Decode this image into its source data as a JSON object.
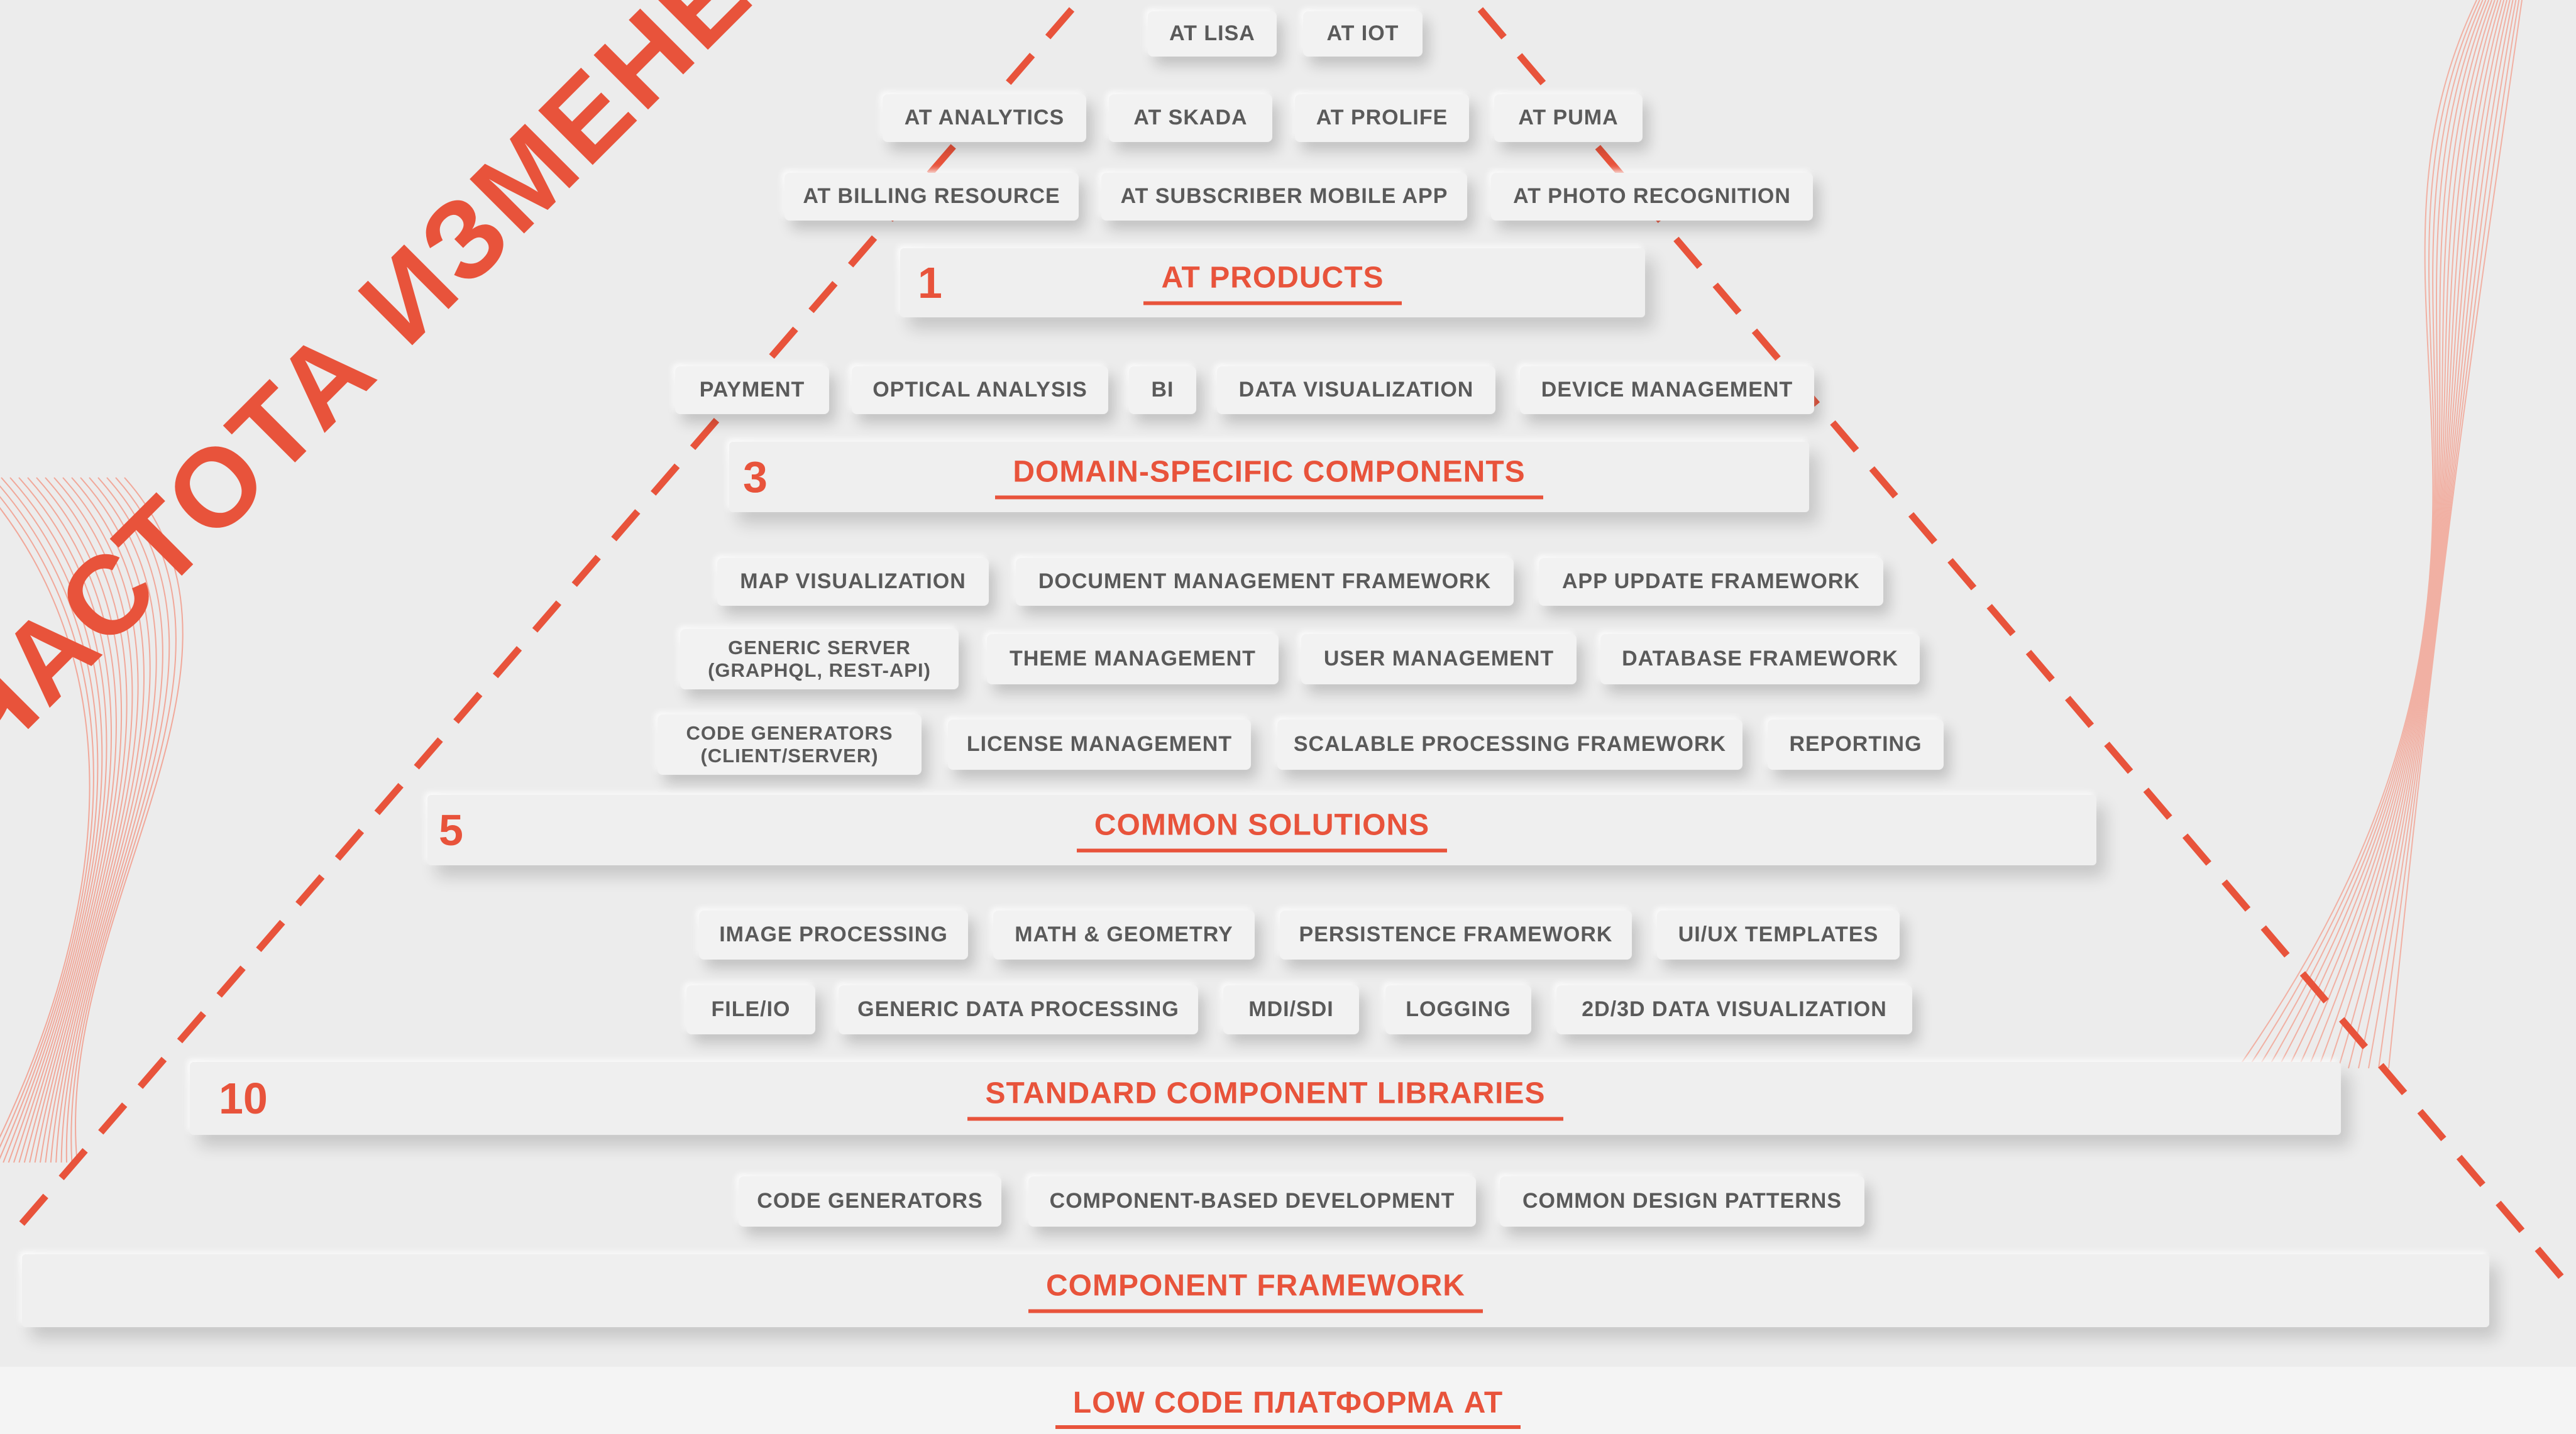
{
  "side_label": "ЧАСТОТА ИЗМЕНЕНИЯ КОДА",
  "colors": {
    "accent": "#e8533b",
    "chip_text": "#5a5a5a",
    "background": "#ececec"
  },
  "levels": {
    "products": {
      "number": "1",
      "title": "AT PRODUCTS",
      "rows": [
        [
          "AT LISA",
          "AT IOT"
        ],
        [
          "AT ANALYTICS",
          "AT SKADA",
          "AT PROLIFE",
          "AT PUMA"
        ],
        [
          "AT BILLING RESOURCE",
          "AT SUBSCRIBER MOBILE APP",
          "AT PHOTO RECOGNITION"
        ]
      ]
    },
    "domain": {
      "number": "3",
      "title": "DOMAIN-SPECIFIC COMPONENTS",
      "items": [
        "PAYMENT",
        "OPTICAL ANALYSIS",
        "BI",
        "DATA VISUALIZATION",
        "DEVICE MANAGEMENT"
      ]
    },
    "common": {
      "number": "5",
      "title": "COMMON SOLUTIONS",
      "rows": [
        [
          "MAP VISUALIZATION",
          "DOCUMENT MANAGEMENT FRAMEWORK",
          "APP UPDATE FRAMEWORK"
        ],
        [
          "GENERIC SERVER\n(GRAPHQL, REST-API)",
          "THEME MANAGEMENT",
          "USER MANAGEMENT",
          "DATABASE FRAMEWORK"
        ],
        [
          "CODE GENERATORS\n(CLIENT/SERVER)",
          "LICENSE MANAGEMENT",
          "SCALABLE PROCESSING FRAMEWORK",
          "REPORTING"
        ]
      ]
    },
    "standard": {
      "number": "10",
      "title": "STANDARD COMPONENT LIBRARIES",
      "rows": [
        [
          "IMAGE PROCESSING",
          "MATH & GEOMETRY",
          "PERSISTENCE FRAMEWORK",
          "UI/UX TEMPLATES"
        ],
        [
          "FILE/IO",
          "GENERIC DATA PROCESSING",
          "MDI/SDI",
          "LOGGING",
          "2D/3D DATA VISUALIZATION"
        ]
      ]
    },
    "framework": {
      "title": "COMPONENT FRAMEWORK",
      "items": [
        "CODE GENERATORS",
        "COMPONENT-BASED DEVELOPMENT",
        "COMMON DESIGN PATTERNS"
      ]
    },
    "platform": {
      "title": "LOW CODE ПЛАТФОРМА AT"
    }
  }
}
